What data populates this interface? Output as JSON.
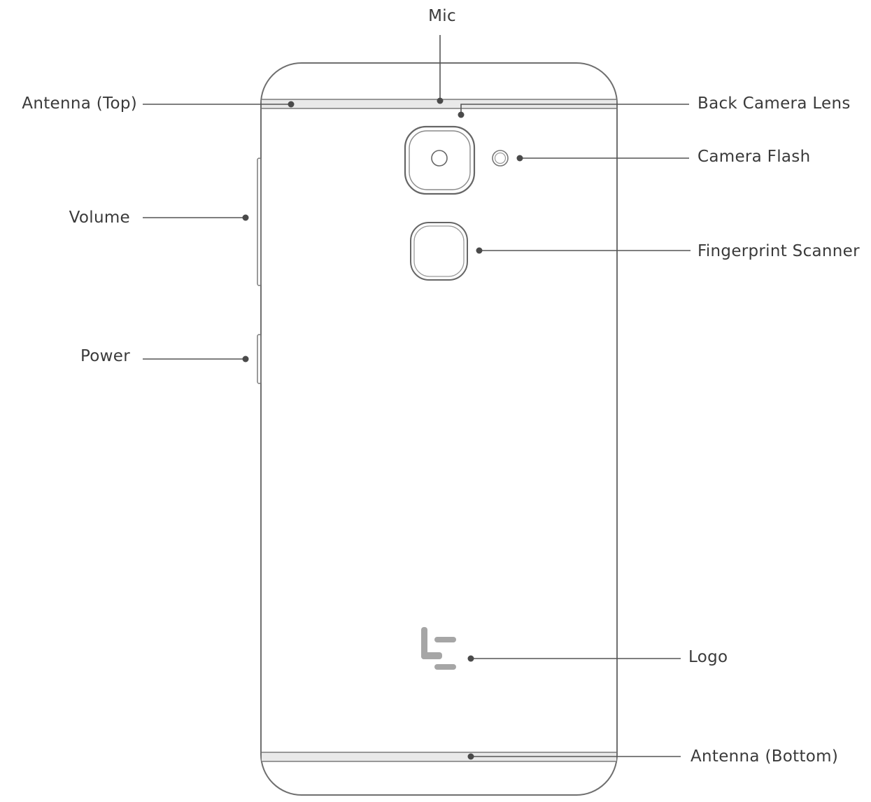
{
  "labels": {
    "mic": "Mic",
    "antenna_top": "Antenna (Top)",
    "back_camera_lens": "Back Camera Lens",
    "camera_flash": "Camera Flash",
    "volume": "Volume",
    "fingerprint_scanner": "Fingerprint Scanner",
    "power": "Power",
    "logo": "Logo",
    "antenna_bottom": "Antenna (Bottom)"
  },
  "colors": {
    "outline": "#6f6f6f",
    "leader": "#555555",
    "logo": "#a6a6a6",
    "antenna_band": "#e9e9e9"
  }
}
